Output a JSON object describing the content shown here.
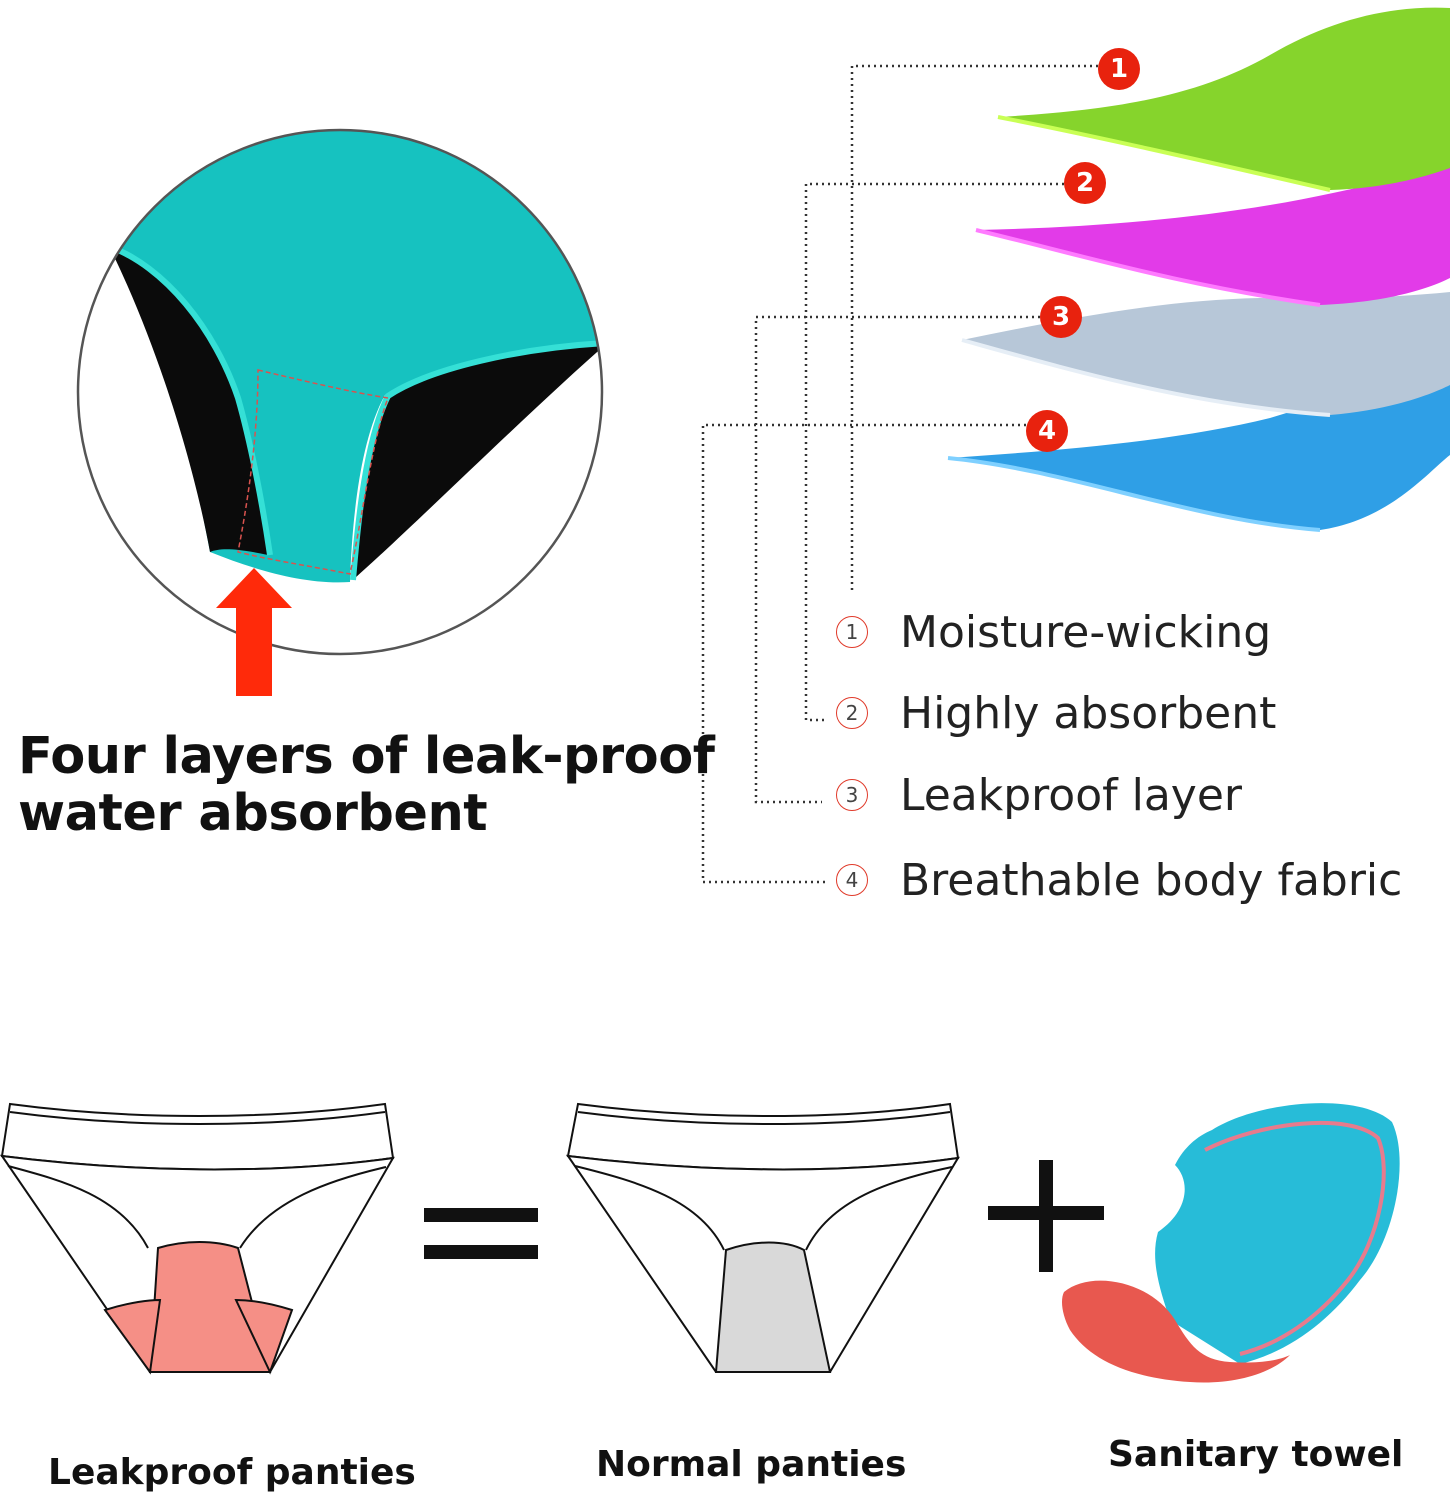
{
  "headline": {
    "line1": "Four layers of leak-proof",
    "line2": "water absorbent"
  },
  "layers": [
    {
      "number": "1",
      "label": "Moisture-wicking",
      "color": "#86d42c"
    },
    {
      "number": "2",
      "label": "Highly absorbent",
      "color": "#e23be8"
    },
    {
      "number": "3",
      "label": "Leakproof layer",
      "color": "#b7c7d8"
    },
    {
      "number": "4",
      "label": "Breathable body fabric",
      "color": "#2f9fe6"
    }
  ],
  "comparison": {
    "leakproof_label": "Leakproof panties",
    "normal_label": "Normal panties",
    "towel_label": "Sanitary towel",
    "equals_symbol": "=",
    "plus_symbol": "+"
  },
  "colors": {
    "panty_teal": "#16c2c0",
    "panty_lining": "#0b0b0b",
    "arrow_red": "#ff2a0a",
    "badge_red": "#e8220e",
    "gusset_pink": "#f58f86",
    "gusset_grey": "#d9d9d9",
    "towel_blue": "#27bcd8",
    "towel_red": "#e8584f"
  }
}
